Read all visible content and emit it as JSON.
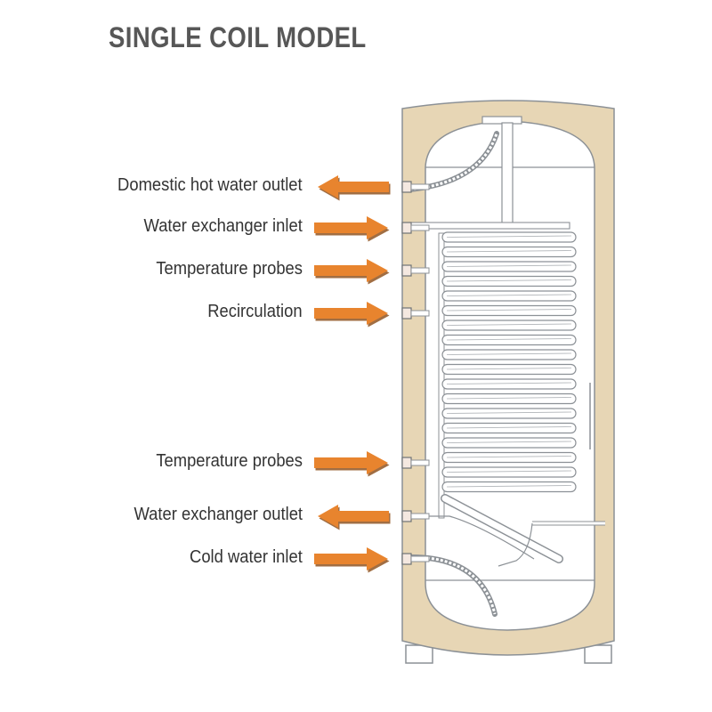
{
  "title": "SINGLE COIL MODEL",
  "colors": {
    "arrow": "#e8842e",
    "arrow_shadow": "#8a4a14",
    "insulation": "#e7d6b5",
    "outline": "#8c9196"
  },
  "connections": [
    {
      "label": "Domestic hot water outlet",
      "direction": "out"
    },
    {
      "label": "Water exchanger inlet",
      "direction": "in"
    },
    {
      "label": "Temperature probes",
      "direction": "in"
    },
    {
      "label": "Recirculation",
      "direction": "in"
    },
    {
      "label": "Temperature probes",
      "direction": "in"
    },
    {
      "label": "Water exchanger outlet",
      "direction": "out"
    },
    {
      "label": "Cold water inlet",
      "direction": "in"
    }
  ]
}
